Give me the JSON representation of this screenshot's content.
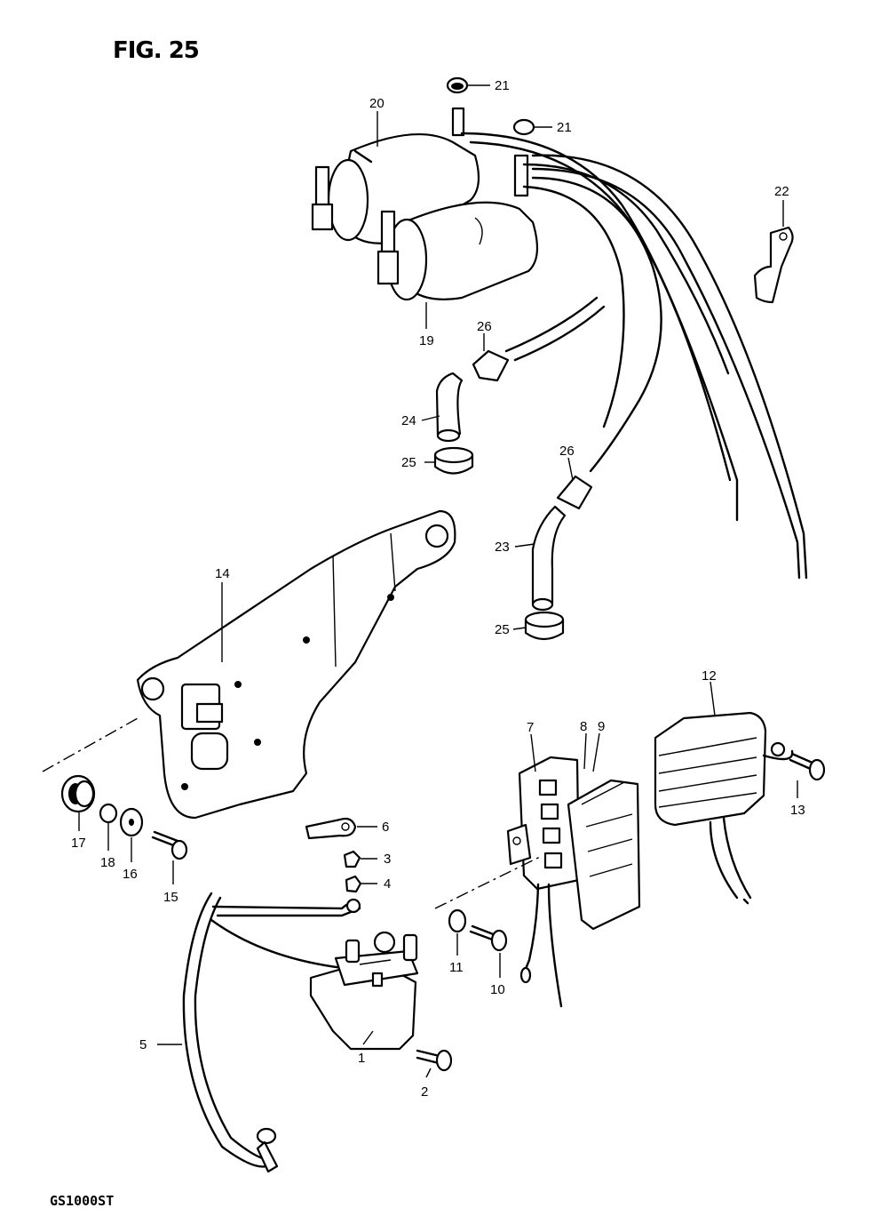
{
  "figure": {
    "title": "FIG. 25",
    "model": "GS1000ST"
  },
  "callouts": {
    "c1": "1",
    "c2": "2",
    "c3": "3",
    "c4": "4",
    "c5": "5",
    "c6": "6",
    "c7": "7",
    "c8": "8",
    "c9": "9",
    "c10": "10",
    "c11": "11",
    "c12": "12",
    "c13": "13",
    "c14": "14",
    "c15": "15",
    "c16": "16",
    "c17": "17",
    "c18": "18",
    "c19": "19",
    "c20": "20",
    "c21a": "21",
    "c21b": "21",
    "c22": "22",
    "c23": "23",
    "c24": "24",
    "c25a": "25",
    "c25b": "25",
    "c26a": "26",
    "c26b": "26"
  }
}
